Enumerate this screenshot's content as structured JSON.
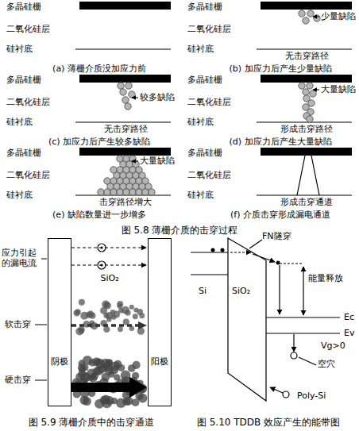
{
  "diagram": {
    "nodes": [
      {
        "text": [
          "阴极"
        ]
      },
      {
        "text": [
          "阳极"
        ]
      }
    ],
    "edges": [
      {
        "from": 0,
        "to": 1,
        "arrow": "to"
      },
      {
        "from": 0,
        "to": 1,
        "arrow": "to"
      },
      {
        "from": 0,
        "to": 1,
        "arrow": "to"
      },
      {
        "from": 0,
        "to": 1,
        "arrow": "to"
      }
    ],
    "labels": [
      "多晶硅栅",
      "二氧化硅层",
      "硅衬底",
      "(a) 薄栅介质没加应力前",
      "多晶硅栅",
      "少量缺陷",
      "二氧化硅层",
      "硅衬底",
      "无击穿路径",
      "(b) 加应力后产生少量缺陷",
      "多晶硅栅",
      "较多缺陷",
      "二氧化硅层",
      "硅衬底",
      "无击穿路径",
      "(c) 加应力后产生较多缺陷",
      "多晶硅栅",
      "大量缺陷",
      "二氧化硅层",
      "硅衬底",
      "形成击穿路径",
      "(d) 加应力后产生大量缺陷",
      "多晶硅栅",
      "大量缺陷",
      "二氧化硅层",
      "硅衬底",
      "击穿路径增大",
      "(e) 缺陷数量进一步增多",
      "多晶硅栅",
      "二氧化硅层",
      "硅衬底",
      "形成击穿通道",
      "(f) 介质击穿形成漏电通道",
      "图 5.8 薄栅介质的击穿过程",
      "应力引起的漏电流",
      "SiO₂",
      "软击穿",
      "硬击穿",
      "图 5.9 薄栅介质中的击穿通道",
      "FN隧穿",
      "Si",
      "SiO₂",
      "能量释放",
      "Ec",
      "Ev",
      "Vg>0",
      "空穴",
      "Poly-Si",
      "图 5.10 TDDB 效应产生的能带图"
    ]
  }
}
